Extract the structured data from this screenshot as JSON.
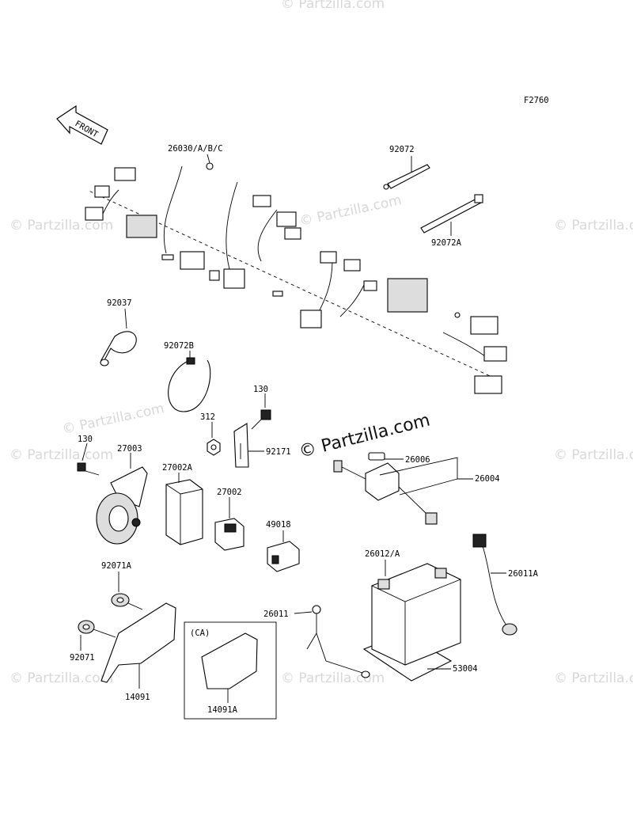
{
  "diagram": {
    "figure_code": "F2760",
    "front_arrow_label": "FRONT",
    "ca_box_label": "(CA)",
    "watermark_small": "© Partzilla.com",
    "watermark_big": "© Partzilla.com",
    "callouts": {
      "p26030": "26030/A/B/C",
      "p92072": "92072",
      "p92072A": "92072A",
      "p92037": "92037",
      "p92072B": "92072B",
      "p130a": "130",
      "p312": "312",
      "p92171": "92171",
      "p130b": "130",
      "p27003": "27003",
      "p27002A": "27002A",
      "p27002": "27002",
      "p49018": "49018",
      "p26006": "26006",
      "p26004": "26004",
      "p26012A": "26012/A",
      "p26011A": "26011A",
      "p26011": "26011",
      "p53004": "53004",
      "p92071A": "92071A",
      "p92071": "92071",
      "p14091": "14091",
      "p14091A": "14091A"
    }
  }
}
